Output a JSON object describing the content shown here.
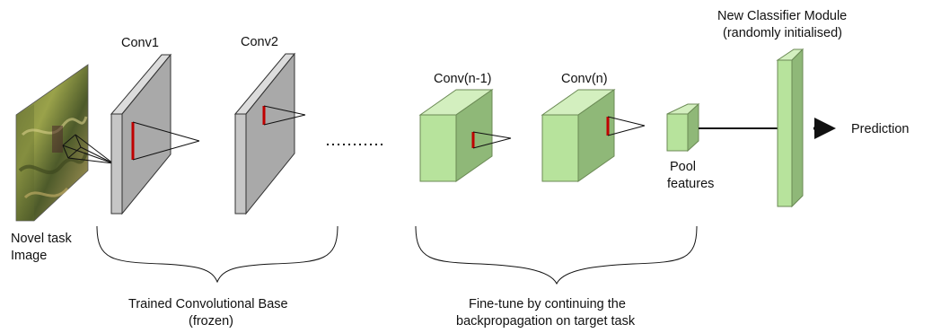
{
  "input": {
    "label_line1": "Novel task",
    "label_line2": "Image"
  },
  "layers": {
    "conv1": "Conv1",
    "conv2": "Conv2",
    "conv_n_minus_1": "Conv(n-1)",
    "conv_n": "Conv(n)"
  },
  "pool": {
    "line1": "Pool",
    "line2": "features"
  },
  "classifier": {
    "line1": "New Classifier Module",
    "line2": "(randomly initialised)"
  },
  "output": {
    "label": "Prediction"
  },
  "brace_left": {
    "line1": "Trained Convolutional Base",
    "line2": "(frozen)"
  },
  "brace_right": {
    "line1": "Fine-tune by continuing the",
    "line2": "backpropagation on target task"
  },
  "colors": {
    "frozen_layer": "#c6c6c6",
    "trainable_layer": "#b7e39c",
    "receptive_field_marker": "#c00000"
  }
}
